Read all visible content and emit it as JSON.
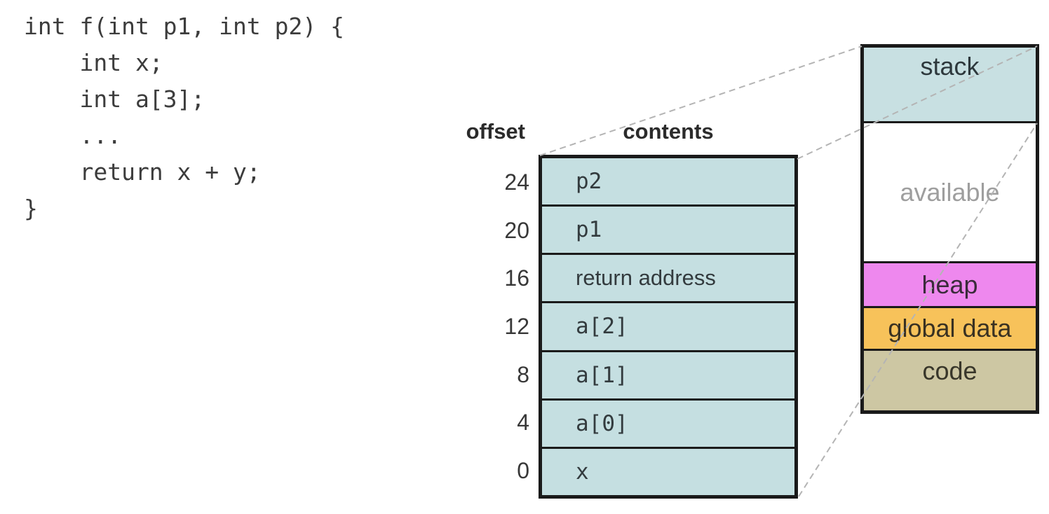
{
  "code": {
    "lines": [
      "int f(int p1, int p2) {",
      "    int x;",
      "    int a[3];",
      "    ...",
      "    return x + y;",
      "}"
    ]
  },
  "frame_table": {
    "offset_header": "offset",
    "contents_header": "contents",
    "rows": [
      {
        "offset": "24",
        "contents": "p2",
        "mono": true
      },
      {
        "offset": "20",
        "contents": "p1",
        "mono": true
      },
      {
        "offset": "16",
        "contents": "return address",
        "mono": false
      },
      {
        "offset": "12",
        "contents": "a[2]",
        "mono": true
      },
      {
        "offset": "8",
        "contents": "a[1]",
        "mono": true
      },
      {
        "offset": "4",
        "contents": "a[0]",
        "mono": true
      },
      {
        "offset": "0",
        "contents": "x",
        "mono": true
      }
    ],
    "cell_color": "#c5dfe1"
  },
  "memory_map": {
    "sections": [
      {
        "label": "stack",
        "color": "#c8e0e2",
        "text_color": "#2d383c"
      },
      {
        "label": "available",
        "color": "#ffffff",
        "text_color": "#9e9e9e"
      },
      {
        "label": "heap",
        "color": "#ee88ee",
        "text_color": "#3a2b3a"
      },
      {
        "label": "global data",
        "color": "#f7c25a",
        "text_color": "#393122"
      },
      {
        "label": "code",
        "color": "#cdc7a3",
        "text_color": "#38362a"
      }
    ]
  },
  "colors": {
    "border": "#1a1a1a",
    "dashed_line": "#b4b4b4",
    "code_text": "#3c3c3c",
    "background": "#ffffff"
  }
}
